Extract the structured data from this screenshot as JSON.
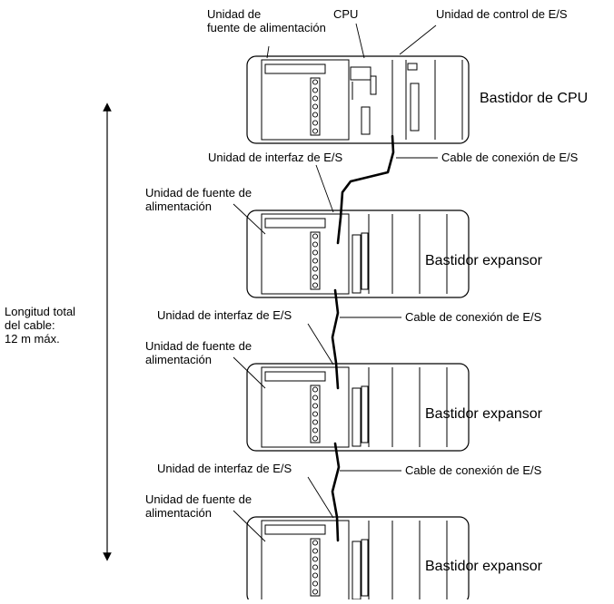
{
  "cpu_rack": {
    "label": "Bastidor de CPU",
    "power_unit_label": "Unidad de\nfuente de alimentación",
    "cpu_label": "CPU",
    "io_control_label": "Unidad de control de E/S"
  },
  "expansion_racks": [
    {
      "label": "Bastidor expansor",
      "interface_label": "Unidad de interfaz de E/S",
      "power_unit_label": "Unidad de fuente de\nalimentación",
      "cable_label": "Cable de conexión de E/S"
    },
    {
      "label": "Bastidor expansor",
      "interface_label": "Unidad de interfaz de E/S",
      "power_unit_label": "Unidad de fuente de\nalimentación",
      "cable_label": "Cable de conexión de E/S"
    },
    {
      "label": "Bastidor expansor",
      "interface_label": "Unidad de interfaz de E/S",
      "power_unit_label": "Unidad de fuente de\nalimentación",
      "cable_label": "Cable de conexión de E/S"
    }
  ],
  "total_length_label": "Longitud total\ndel cable:\n 12 m máx."
}
